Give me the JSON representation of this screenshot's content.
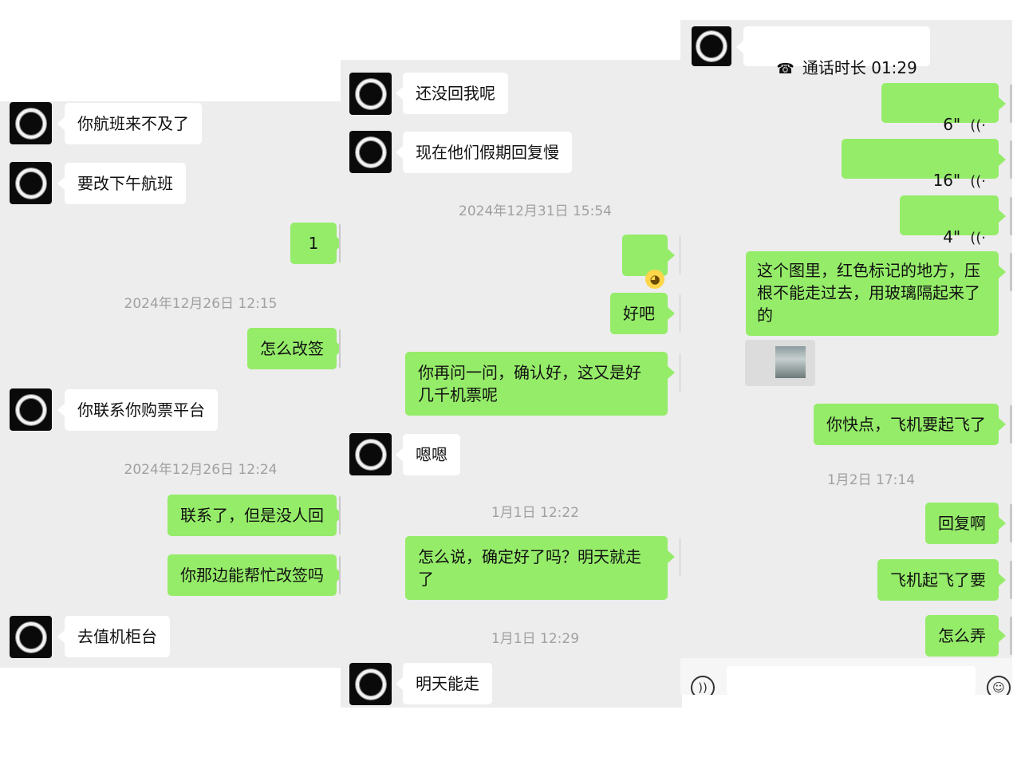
{
  "panel1": {
    "messages": [
      {
        "dir": "in",
        "text": "你航班来不及了"
      },
      {
        "dir": "in",
        "text": "要改下午航班"
      },
      {
        "dir": "out",
        "text": "1"
      },
      {
        "type": "time",
        "text": "2024年12月26日 12:15"
      },
      {
        "dir": "out",
        "text": "怎么改签"
      },
      {
        "dir": "in",
        "text": "你联系你购票平台"
      },
      {
        "type": "time",
        "text": "2024年12月26日 12:24"
      },
      {
        "dir": "out",
        "text": "联系了，但是没人回"
      },
      {
        "dir": "out",
        "text": "你那边能帮忙改签吗"
      },
      {
        "dir": "in",
        "text": "去值机柜台"
      }
    ]
  },
  "panel2": {
    "messages": [
      {
        "dir": "in",
        "text": "还没回我呢"
      },
      {
        "dir": "in",
        "text": "现在他们假期回复慢"
      },
      {
        "type": "time",
        "text": "2024年12月31日 15:54"
      },
      {
        "dir": "out",
        "emoji": "pleading-face-emoji"
      },
      {
        "dir": "out",
        "text": "好吧"
      },
      {
        "dir": "out",
        "text": "你再问一问，确认好，这又是好几千机票呢"
      },
      {
        "dir": "in",
        "text": "嗯嗯"
      },
      {
        "type": "time",
        "text": "1月1日 12:22"
      },
      {
        "dir": "out",
        "text": "怎么说，确定好了吗？明天就走了"
      },
      {
        "type": "time",
        "text": "1月1日 12:29"
      },
      {
        "dir": "in",
        "text": "明天能走"
      }
    ]
  },
  "panel3": {
    "call": {
      "icon": "phone-hangup-icon",
      "text": "通话时长 01:29"
    },
    "voice": [
      {
        "duration": "6\"",
        "icon": "voice-wave-icon"
      },
      {
        "duration": "16\"",
        "icon": "voice-wave-icon"
      },
      {
        "duration": "4\"",
        "icon": "voice-wave-icon"
      }
    ],
    "messages": [
      {
        "dir": "out",
        "text": "这个图里，红色标记的地方，压根不能走过去，用玻璃隔起来了的"
      },
      {
        "dir": "out",
        "type": "image"
      },
      {
        "dir": "out",
        "text": "你快点，飞机要起飞了"
      },
      {
        "type": "time",
        "text": "1月2日 17:14"
      },
      {
        "dir": "out",
        "text": "回复啊"
      },
      {
        "dir": "out",
        "text": "飞机起飞了要"
      },
      {
        "dir": "out",
        "text": "怎么弄"
      }
    ],
    "input_bar": {
      "left_icon": "voice-input-icon",
      "right_icon": "emoji-icon"
    }
  },
  "colors": {
    "outgoing": "#95ec69",
    "incoming": "#ffffff",
    "background": "#ededed",
    "timestamp": "#a0a0a0"
  }
}
